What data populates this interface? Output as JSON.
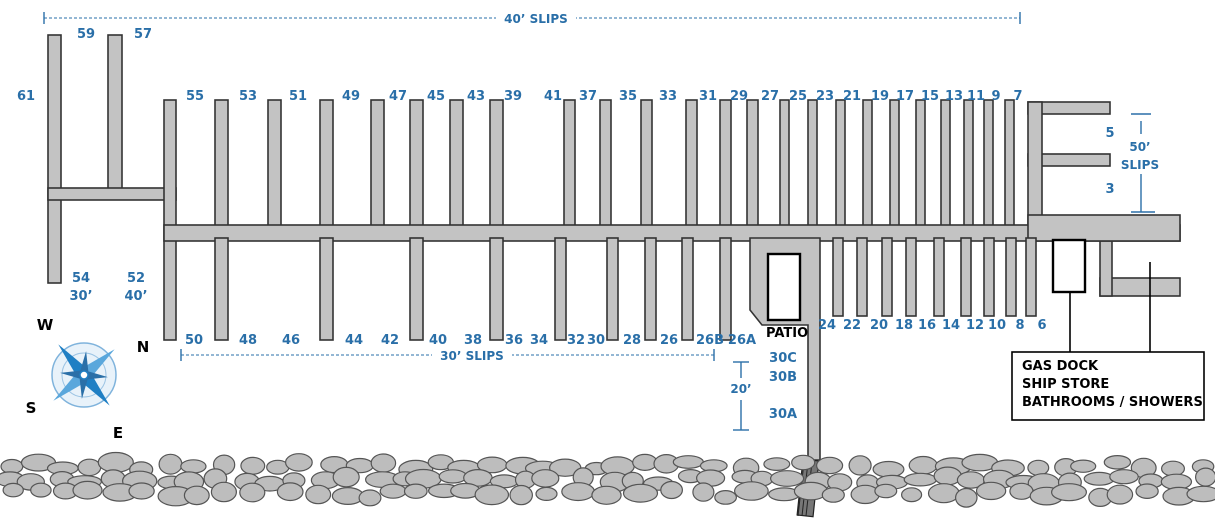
{
  "ranges": {
    "top": "40’ SLIPS",
    "bottom": "30’ SLIPS",
    "right_50": "50’",
    "right_slips": "SLIPS",
    "small_20": "20’"
  },
  "slips_top": [
    "59",
    "57",
    "61",
    "55",
    "53",
    "51",
    "49",
    "47",
    "45",
    "43",
    "39",
    "41",
    "37",
    "35",
    "33",
    "31",
    "29",
    "27",
    "25",
    "23",
    "21",
    "19",
    "17",
    "15",
    "13",
    "11",
    "9",
    "7"
  ],
  "slips_bottom": [
    "50",
    "48",
    "46",
    "44",
    "42",
    "40",
    "38",
    "36",
    "34",
    "32",
    "30",
    "28",
    "26",
    "26B",
    "26A",
    "24",
    "22",
    "20",
    "18",
    "16",
    "14",
    "12",
    "10",
    "8",
    "6"
  ],
  "slips_right": [
    "5",
    "3"
  ],
  "slips_left": [
    "54",
    "30’",
    "52",
    "40’"
  ],
  "slips_stub": [
    "30C",
    "30B",
    "30A"
  ],
  "patio": "PATIO",
  "facilities": [
    "GAS DOCK",
    "SHIP STORE",
    "BATHROOMS / SHOWERS"
  ],
  "compass": {
    "w": "W",
    "n": "N",
    "s": "S",
    "e": "E"
  },
  "colors": {
    "accent": "#2a6fa8",
    "dock": "#c3c3c3"
  }
}
